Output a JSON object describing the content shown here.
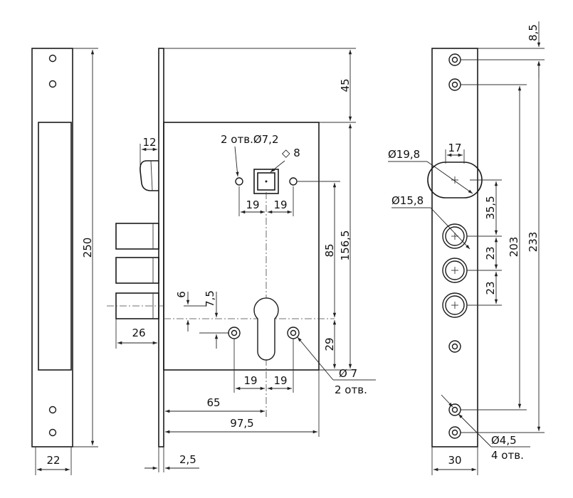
{
  "dimensions": {
    "left_height": "250",
    "left_width": "22",
    "top_offset": "45",
    "latch_width": "12",
    "holes_label": "2 отв.Ø7,2",
    "square_label": "◇ 8",
    "hole_spacing_left": "19",
    "hole_spacing_right": "19",
    "height_85": "85",
    "height_156": "156,5",
    "bolt_6": "6",
    "bolt_75": "7,5",
    "bolt_26": "26",
    "bottom_29": "29",
    "bottom_spacing_left": "19",
    "bottom_spacing_right": "19",
    "holes_7_label": "Ø 7",
    "holes_7_count": "2 отв.",
    "backset": "65",
    "case_width": "97,5",
    "plate_thickness": "2,5",
    "right_top_85": "8,5",
    "d198": "Ø19,8",
    "w17": "17",
    "d158": "Ø15,8",
    "v355": "35,5",
    "v23a": "23",
    "v23b": "23",
    "v203": "203",
    "v233": "233",
    "d45": "Ø4,5",
    "d45_count": "4 отв.",
    "right_width": "30"
  },
  "colors": {
    "line": "#1a1a1a",
    "background": "#ffffff"
  }
}
